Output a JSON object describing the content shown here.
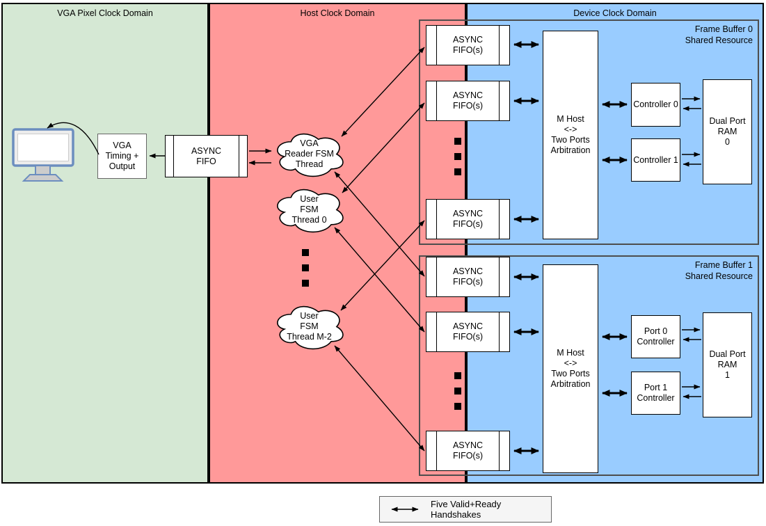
{
  "colors": {
    "vga_domain_bg": "#d5e8d4",
    "host_domain_bg": "#ff9999",
    "device_domain_bg": "#99ccff",
    "monitor_accent": "#6c8ebf",
    "legend_bg": "#f5f5f5",
    "line_color": "#000000"
  },
  "icons": {
    "monitor": "crt-monitor shape (blue bezel screen with stand)",
    "vertical_ellipsis": "three stacked black squares",
    "handshake_arrow": "double-headed arrow"
  },
  "domains": {
    "vga": {
      "title": "VGA Pixel Clock Domain"
    },
    "host": {
      "title": "Host Clock Domain"
    },
    "device": {
      "title": "Device Clock Domain"
    }
  },
  "vga_domain": {
    "timing_box": "VGA\nTiming +\nOutput"
  },
  "host_domain": {
    "async_fifo": "ASYNC\nFIFO",
    "clouds": [
      {
        "id": "vga-reader-fsm-thread",
        "label": "VGA\nReader FSM\nThread"
      },
      {
        "id": "user-fsm-thread-0",
        "label": "User\nFSM\nThread 0"
      },
      {
        "id": "user-fsm-thread-m2",
        "label": "User\nFSM\nThread M-2"
      }
    ]
  },
  "device_domain": {
    "frame_buffers": [
      {
        "title": "Frame Buffer 0\nShared Resource",
        "fifos": [
          "ASYNC\nFIFO(s)",
          "ASYNC\nFIFO(s)",
          "ASYNC\nFIFO(s)"
        ],
        "arbiter": "M Host\n<->\nTwo Ports\nArbitration",
        "controllers": [
          "Controller 0",
          "Controller 1"
        ],
        "ram": "Dual Port\nRAM\n0"
      },
      {
        "title": "Frame Buffer 1\nShared Resource",
        "fifos": [
          "ASYNC\nFIFO(s)",
          "ASYNC\nFIFO(s)",
          "ASYNC\nFIFO(s)"
        ],
        "arbiter": "M Host\n<->\nTwo Ports\nArbitration",
        "controllers": [
          "Port 0\nController",
          "Port 1\nController"
        ],
        "ram": "Dual Port\nRAM\n1"
      }
    ]
  },
  "legend": {
    "label": "Five Valid+Ready Handshakes"
  }
}
